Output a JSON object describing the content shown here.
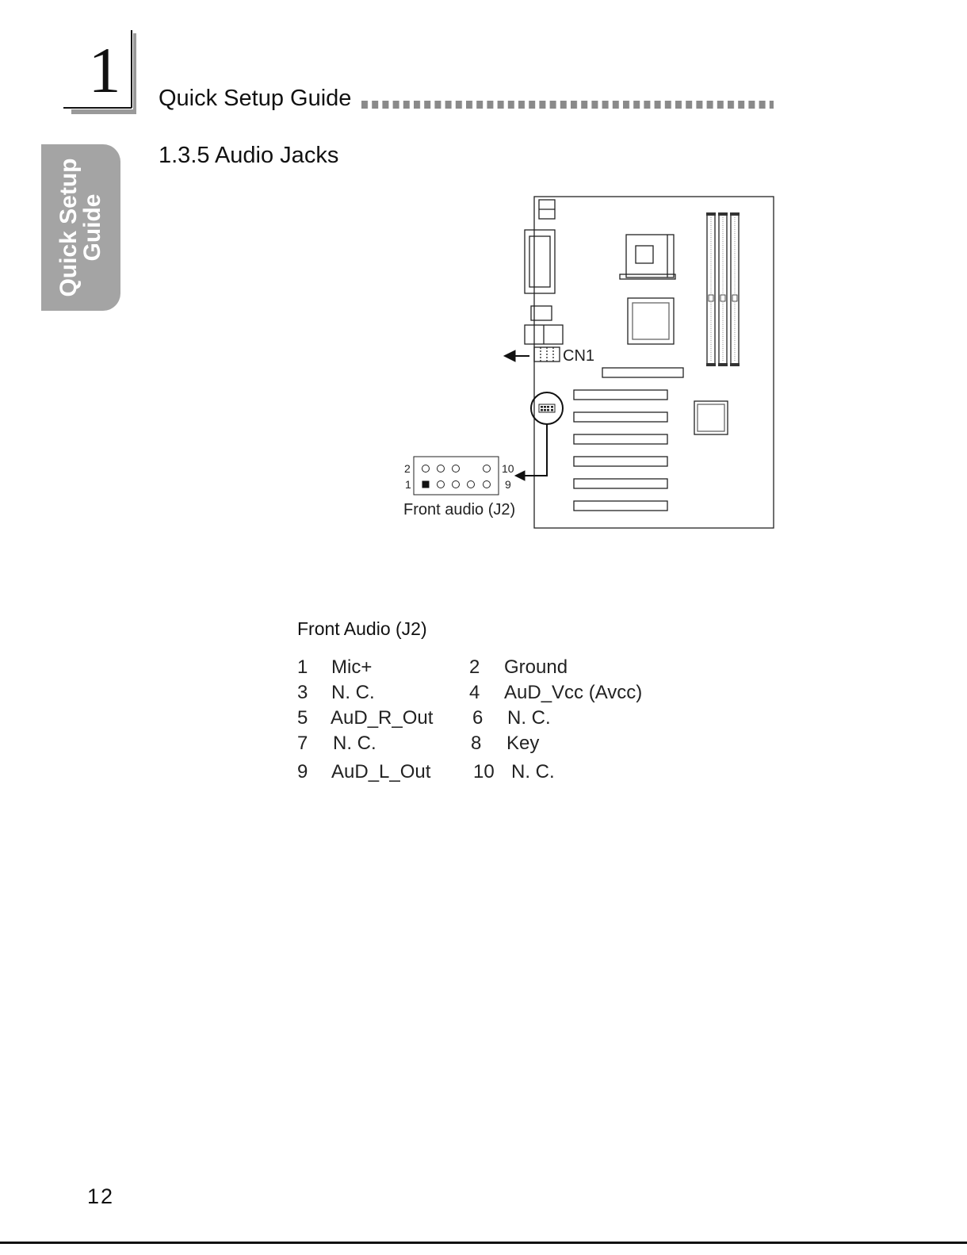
{
  "header": {
    "chapter_number": "1",
    "title": "Quick Setup Guide"
  },
  "side_tab": {
    "line1": "Quick Setup",
    "line2": "Guide"
  },
  "section": {
    "title": "1.3.5  Audio Jacks"
  },
  "diagram": {
    "cn1_label": "CN1",
    "header_caption": "Front audio (J2)",
    "pin_labels": {
      "top_left": "2",
      "bottom_left": "1",
      "top_right": "10",
      "bottom_right": "9"
    }
  },
  "pin_table": {
    "title": "Front Audio (J2)",
    "rows": [
      {
        "left_pin": "1",
        "left_label": "Mic+",
        "right_pin": "2",
        "right_label": "Ground"
      },
      {
        "left_pin": "3",
        "left_label": "N. C.",
        "right_pin": "4",
        "right_label": "AuD_Vcc (Avcc)"
      },
      {
        "left_pin": "5",
        "left_label": "AuD_R_Out",
        "right_pin": "6",
        "right_label": "N. C."
      },
      {
        "left_pin": "7",
        "left_label": "N. C.",
        "right_pin": "8",
        "right_label": "Key"
      },
      {
        "left_pin": "9",
        "left_label": "AuD_L_Out",
        "right_pin": "10",
        "right_label": "N. C."
      }
    ]
  },
  "footer": {
    "page_number": "12"
  }
}
